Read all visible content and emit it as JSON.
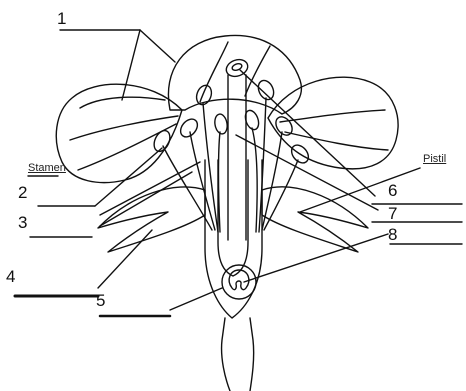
{
  "diagram": {
    "numbers": [
      "1",
      "2",
      "3",
      "4",
      "5",
      "6",
      "7",
      "8"
    ],
    "stamen_label": "Stamen",
    "pistil_label": "Pistil"
  },
  "colors": {
    "ink": "#111111",
    "paper": "#ffffff"
  }
}
